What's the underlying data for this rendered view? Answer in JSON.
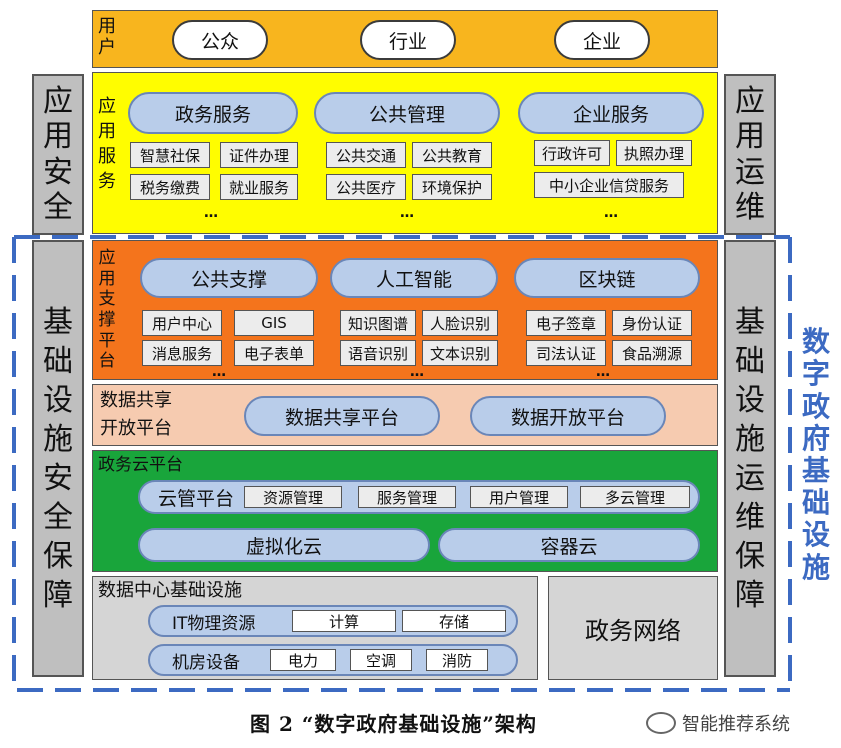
{
  "left_col": {
    "top": [
      "应",
      "用",
      "安",
      "全"
    ],
    "bottom": [
      "基",
      "础",
      "设",
      "施",
      "安",
      "全",
      "保",
      "障"
    ]
  },
  "right_col": {
    "top": [
      "应",
      "用",
      "运",
      "维"
    ],
    "bottom": [
      "基",
      "础",
      "设",
      "施",
      "运",
      "维",
      "保",
      "障"
    ]
  },
  "infra_title": [
    "数",
    "字",
    "政",
    "府",
    "基",
    "础",
    "设",
    "施"
  ],
  "users": {
    "label": [
      "用",
      "户"
    ],
    "items": [
      "公众",
      "行业",
      "企业"
    ]
  },
  "app_services": {
    "label": [
      "应",
      "用",
      "服",
      "务"
    ],
    "groups": [
      {
        "title": "政务服务",
        "items": [
          "智慧社保",
          "证件办理",
          "税务缴费",
          "就业服务"
        ]
      },
      {
        "title": "公共管理",
        "items": [
          "公共交通",
          "公共教育",
          "公共医疗",
          "环境保护"
        ]
      },
      {
        "title": "企业服务",
        "items": [
          "行政许可",
          "执照办理",
          "中小企业信贷服务"
        ]
      }
    ],
    "ellipsis": "…"
  },
  "app_support": {
    "label": [
      "应",
      "用",
      "支",
      "撑",
      "平",
      "台"
    ],
    "groups": [
      {
        "title": "公共支撑",
        "items": [
          "用户中心",
          "GIS",
          "消息服务",
          "电子表单"
        ]
      },
      {
        "title": "人工智能",
        "items": [
          "知识图谱",
          "人脸识别",
          "语音识别",
          "文本识别"
        ]
      },
      {
        "title": "区块链",
        "items": [
          "电子签章",
          "身份认证",
          "司法认证",
          "食品溯源"
        ]
      }
    ],
    "ellipsis": "…"
  },
  "data_share": {
    "label_line1": "数据共享",
    "label_line2": "开放平台",
    "items": [
      "数据共享平台",
      "数据开放平台"
    ]
  },
  "cloud": {
    "label": "政务云平台",
    "mgmt_label": "云管平台",
    "mgmt_items": [
      "资源管理",
      "服务管理",
      "用户管理",
      "多云管理"
    ],
    "items": [
      "虚拟化云",
      "容器云"
    ]
  },
  "datacenter": {
    "label": "数据中心基础设施",
    "row1_label": "IT物理资源",
    "row1_items": [
      "计算",
      "存储"
    ],
    "row2_label": "机房设备",
    "row2_items": [
      "电力",
      "空调",
      "消防"
    ]
  },
  "network": {
    "label": "政务网络"
  },
  "caption": "图 2 “数字政府基础设施”架构",
  "watermark": "智能推荐系统",
  "colors": {
    "users_bg": "#f8b51e",
    "app_services_bg": "#fffd00",
    "app_support_bg": "#f4741c",
    "data_share_bg": "#f6cbb0",
    "cloud_bg": "#19a53b",
    "datacenter_bg": "#d5d5d5",
    "side_bg": "#bfbfbf",
    "dashed_frame": "#3c6ac2"
  }
}
